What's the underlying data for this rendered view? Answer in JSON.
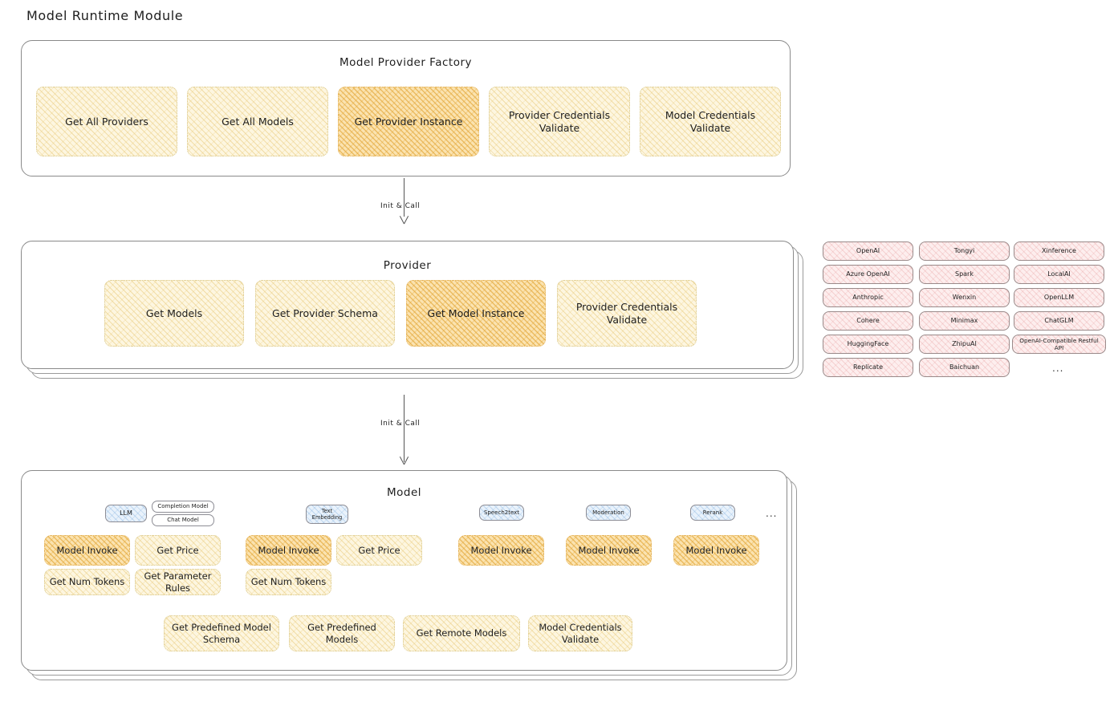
{
  "page": {
    "title": "Model Runtime Module"
  },
  "colors": {
    "highlight_orange": "#fbe3b0",
    "soft_yellow": "#fdf6e0",
    "provider_pink": "#fdeeee",
    "model_type_blue": "#e9f2fb",
    "stroke": "#1e1e1e"
  },
  "factory": {
    "title": "Model Provider Factory",
    "methods": [
      {
        "label": "Get All Providers",
        "highlighted": false
      },
      {
        "label": "Get All Models",
        "highlighted": false
      },
      {
        "label": "Get Provider Instance",
        "highlighted": true
      },
      {
        "label": "Provider Credentials Validate",
        "highlighted": false
      },
      {
        "label": "Model Credentials Validate",
        "highlighted": false
      }
    ]
  },
  "arrows": [
    {
      "label": "Init & Call"
    },
    {
      "label": "Init & Call"
    }
  ],
  "provider": {
    "title": "Provider",
    "methods": [
      {
        "label": "Get Models",
        "highlighted": false
      },
      {
        "label": "Get Provider Schema",
        "highlighted": false
      },
      {
        "label": "Get Model Instance",
        "highlighted": true
      },
      {
        "label": "Provider Credentials Validate",
        "highlighted": false
      }
    ]
  },
  "provider_list": {
    "columns": [
      {
        "items": [
          "OpenAI",
          "Azure OpenAI",
          "Anthropic",
          "Cohere",
          "HuggingFace",
          "Replicate"
        ]
      },
      {
        "items": [
          "Tongyi",
          "Spark",
          "Wenxin",
          "Minimax",
          "ZhipuAI",
          "Baichuan"
        ]
      },
      {
        "items": [
          "Xinference",
          "LocalAI",
          "OpenLLM",
          "ChatGLM",
          "OpenAI-Compatible Restful API"
        ]
      }
    ],
    "more": "..."
  },
  "model": {
    "title": "Model",
    "more": "...",
    "types": [
      {
        "name": "LLM",
        "sub_badges": [
          "Completion Model",
          "Chat Model"
        ],
        "methods": [
          {
            "label": "Model Invoke",
            "highlighted": true
          },
          {
            "label": "Get Price",
            "highlighted": false
          },
          {
            "label": "Get Num Tokens",
            "highlighted": false
          },
          {
            "label": "Get Parameter Rules",
            "highlighted": false
          }
        ]
      },
      {
        "name": "Text Embedding",
        "sub_badges": [],
        "methods": [
          {
            "label": "Model Invoke",
            "highlighted": true
          },
          {
            "label": "Get Price",
            "highlighted": false
          },
          {
            "label": "Get Num Tokens",
            "highlighted": false
          }
        ]
      },
      {
        "name": "Speech2text",
        "sub_badges": [],
        "methods": [
          {
            "label": "Model Invoke",
            "highlighted": true
          }
        ]
      },
      {
        "name": "Moderation",
        "sub_badges": [],
        "methods": [
          {
            "label": "Model Invoke",
            "highlighted": true
          }
        ]
      },
      {
        "name": "Rerank",
        "sub_badges": [],
        "methods": [
          {
            "label": "Model Invoke",
            "highlighted": true
          }
        ]
      }
    ],
    "common_methods": [
      {
        "label": "Get Predefined Model Schema"
      },
      {
        "label": "Get Predefined Models"
      },
      {
        "label": "Get Remote Models"
      },
      {
        "label": "Model Credentials Validate"
      }
    ]
  }
}
